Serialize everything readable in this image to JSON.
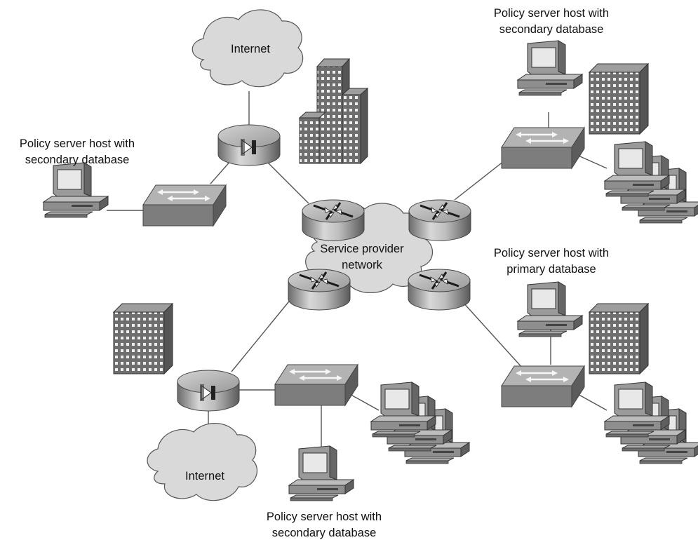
{
  "labels": {
    "internet_top": "Internet",
    "internet_bottom": "Internet",
    "service_provider_line1": "Service provider",
    "service_provider_line2": "network",
    "left_host_line1": "Policy server host with",
    "left_host_line2": "secondary database",
    "top_right_host_line1": "Policy server host with",
    "top_right_host_line2": "secondary database",
    "mid_right_host_line1": "Policy server host with",
    "mid_right_host_line2": "primary database",
    "bottom_host_line1": "Policy server host with",
    "bottom_host_line2": "secondary database"
  },
  "icons": {
    "router": "router-icon",
    "firewall": "firewall-router-icon",
    "switch": "switch-icon",
    "workstation": "workstation-icon",
    "workstation_group": "workstation-group-icon",
    "building": "building-icon",
    "cloud": "cloud-icon"
  },
  "colors": {
    "cloud_fill": "#d9d9d9",
    "device_gray": "#8a8a8a",
    "device_dark": "#5f5f5f",
    "device_light": "#b9b9b9",
    "screen": "#e6e6e6",
    "line": "#555555"
  }
}
